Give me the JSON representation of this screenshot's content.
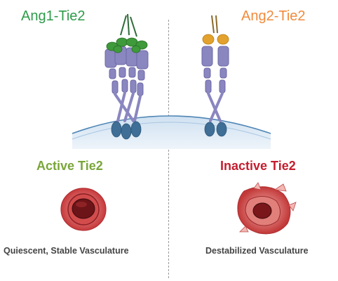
{
  "left": {
    "header": "Ang1-Tie2",
    "status": "Active Tie2",
    "caption": "Quiescent, Stable Vasculature"
  },
  "right": {
    "header": "Ang2-Tie2",
    "status": "Inactive Tie2",
    "caption": "Destabilized Vasculature"
  },
  "colors": {
    "ang1": "#3e9a3a",
    "ang2": "#e3a22d",
    "receptor": "#8a86c0",
    "kinase": "#3f6e96",
    "membrane": "#d9e8f4",
    "vessel": "#cf4a48"
  }
}
